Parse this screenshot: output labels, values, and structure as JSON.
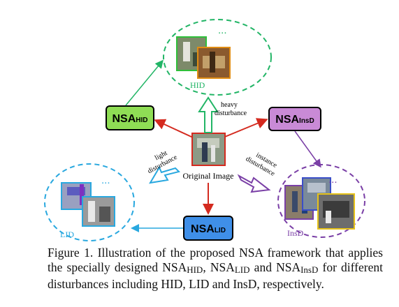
{
  "figure": {
    "center_label": "Original Image",
    "modules": {
      "hid": {
        "main": "NSA",
        "sub": "HID"
      },
      "lid": {
        "main": "NSA",
        "sub": "LID"
      },
      "insd": {
        "main": "NSA",
        "sub": "InsD"
      }
    },
    "clusters": {
      "hid_label": "HID",
      "lid_label": "LID",
      "insd_label": "InsD",
      "ellipsis": "..."
    },
    "disturbance_labels": {
      "heavy_line1": "heavy",
      "heavy_line2": "disturbance",
      "light_line1": "light",
      "light_line2": "disturbance",
      "instance_line1": "instance",
      "instance_line2": "disturbance"
    },
    "colors": {
      "hid": "#22b566",
      "lid": "#29a8df",
      "insd": "#7a3fa6",
      "red": "#d42a1f",
      "hid_box": "#8fdd55",
      "lid_box": "#3f8fe8",
      "insd_box": "#c98ad6"
    }
  },
  "caption": {
    "p1": "Figure 1. Illustration of the proposed NSA framework that applies the specially designed NSA",
    "s1": "HID",
    "p2": ", NSA",
    "s2": "LID",
    "p3": " and NSA",
    "s3": "InsD",
    "p4": " for different disturbances including HID, LID and InsD, respectively."
  }
}
